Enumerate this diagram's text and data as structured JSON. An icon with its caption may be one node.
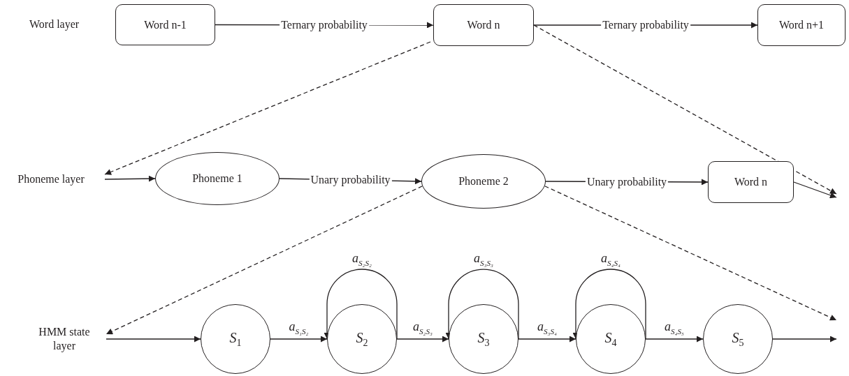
{
  "diagram": {
    "nodes": [
      {
        "text": [
          "Word n-1"
        ]
      },
      {
        "text": [
          "Word n"
        ]
      },
      {
        "text": [
          "Word n+1"
        ]
      },
      {
        "text": [
          "Phoneme layer"
        ]
      },
      {
        "text": [
          "Phoneme 1"
        ]
      },
      {
        "text": [
          "Phoneme 2"
        ]
      },
      {
        "text": [
          "Word n"
        ]
      },
      {
        "text": [
          "HMM state layer"
        ]
      },
      {
        "text": [
          "*S*$_{1}$"
        ]
      },
      {
        "text": [
          "*S*$_{2}$"
        ]
      },
      {
        "text": [
          "*S*$_{3}$"
        ]
      },
      {
        "text": [
          "*S*$_{4}$"
        ]
      },
      {
        "text": [
          "*S*$_{5}$"
        ]
      }
    ],
    "edges": [
      {
        "from": 0,
        "to": 1,
        "arrow": "to",
        "label": "Ternary probability"
      },
      {
        "from": 1,
        "to": 2,
        "arrow": "to",
        "label": "Ternary probability"
      },
      {
        "from": 1,
        "to": 3,
        "arrow": "to",
        "style": "dashed"
      },
      {
        "from": 1,
        "to": null,
        "arrow": "to",
        "style": "dashed"
      },
      {
        "from": 3,
        "to": 4,
        "arrow": "to"
      },
      {
        "from": 4,
        "to": 5,
        "arrow": "to",
        "label": "Unary probability"
      },
      {
        "from": 5,
        "to": 6,
        "arrow": "to",
        "label": "Unary probability"
      },
      {
        "from": 6,
        "to": null,
        "arrow": "to"
      },
      {
        "from": 5,
        "to": 7,
        "arrow": "to",
        "style": "dashed"
      },
      {
        "from": 5,
        "to": null,
        "arrow": "to",
        "style": "dashed"
      },
      {
        "from": 7,
        "to": 8,
        "arrow": "to"
      },
      {
        "from": 8,
        "to": 9,
        "arrow": "to",
        "label": "*a*$_{S₁S₂}$"
      },
      {
        "from": 9,
        "to": 9,
        "arrow": "to",
        "label": "*a*$_{S₂S₂}$"
      },
      {
        "from": 9,
        "to": 10,
        "arrow": "to",
        "label": "*a*$_{S₂S₃}$"
      },
      {
        "from": 10,
        "to": 10,
        "arrow": "to",
        "label": "*a*$_{S₃S₃}$"
      },
      {
        "from": 10,
        "to": 11,
        "arrow": "to",
        "label": "*a*$_{S₃S₄}$"
      },
      {
        "from": 11,
        "to": 11,
        "arrow": "to",
        "label": "*a*$_{S₄S₄}$"
      },
      {
        "from": 11,
        "to": 12,
        "arrow": "to",
        "label": "*a*$_{S₄S₅}$"
      },
      {
        "from": 12,
        "to": null,
        "arrow": "to"
      }
    ],
    "labels": [
      "Word layer"
    ]
  }
}
